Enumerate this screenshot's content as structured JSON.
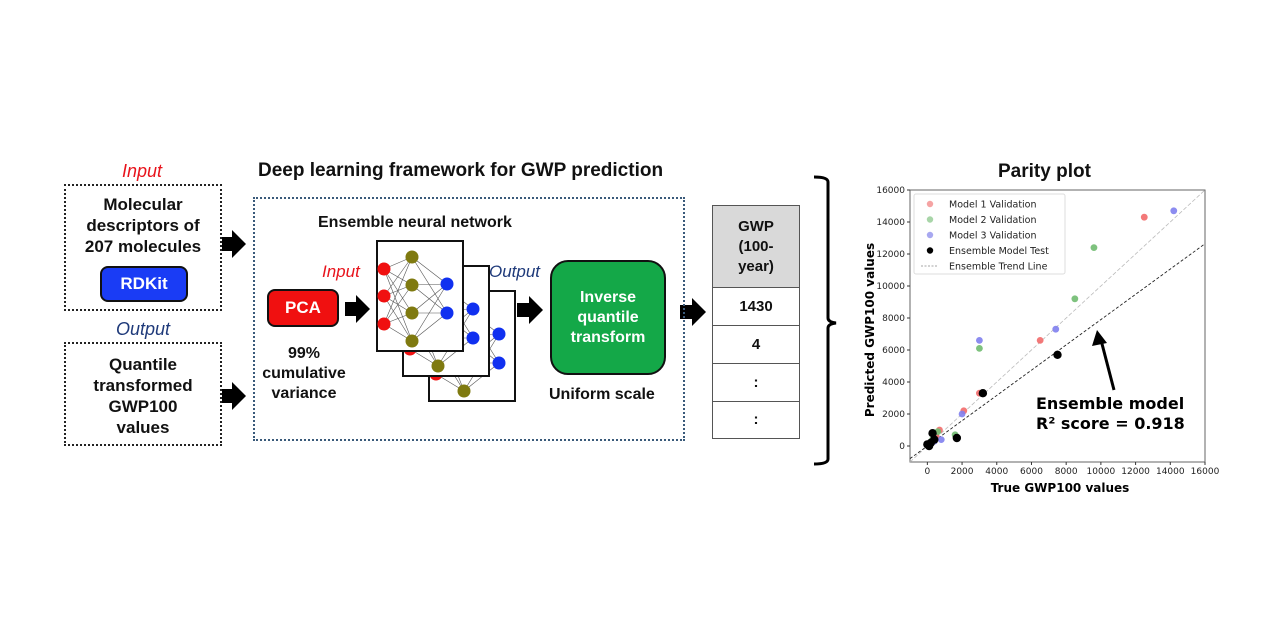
{
  "left": {
    "input_label": "Input",
    "input_box": [
      "Molecular",
      "descriptors of",
      "207 molecules"
    ],
    "rdkit_label": "RDKit",
    "output_label": "Output",
    "output_box": [
      "Quantile",
      "transformed",
      "GWP100",
      "values"
    ]
  },
  "framework": {
    "title": "Deep learning framework for GWP prediction",
    "ensemble_title": "Ensemble neural network",
    "pca_label": "PCA",
    "pca_caption": [
      "99%",
      "cumulative",
      "variance"
    ],
    "nn_input_label": "Input",
    "nn_output_label": "Output",
    "inverse_box": [
      "Inverse",
      "quantile",
      "transform"
    ],
    "inverse_caption": "Uniform scale"
  },
  "gwp_table": {
    "header": [
      "GWP",
      "(100-",
      "year)"
    ],
    "rows": [
      "1430",
      "4",
      ":",
      ":"
    ]
  },
  "colors": {
    "red": "#f01010",
    "blue": "#1030f0",
    "olive": "#7f7a10",
    "green": "#14a848",
    "rdkit_blue": "#1a3cf5",
    "header_gray": "#d9d9d9"
  },
  "chart_data": {
    "type": "scatter",
    "title": "Parity plot",
    "xlabel": "True GWP100 values",
    "ylabel": "Predicted GWP100 values",
    "xlim": [
      -1000,
      16000
    ],
    "ylim": [
      -1000,
      16000
    ],
    "xticks": [
      0,
      2000,
      4000,
      6000,
      8000,
      10000,
      12000,
      14000,
      16000
    ],
    "yticks": [
      0,
      2000,
      4000,
      6000,
      8000,
      10000,
      12000,
      14000,
      16000
    ],
    "legend_position": "top-left",
    "legend": [
      "Model 1 Validation",
      "Model 2 Validation",
      "Model 3 Validation",
      "Ensemble Model Test",
      "Ensemble Trend Line"
    ],
    "series": [
      {
        "name": "Model 1 Validation",
        "color": "#f26a6a",
        "points": [
          [
            12500,
            14300
          ],
          [
            6500,
            6600
          ],
          [
            3000,
            3300
          ],
          [
            2100,
            2200
          ],
          [
            700,
            1000
          ],
          [
            500,
            600
          ]
        ]
      },
      {
        "name": "Model 2 Validation",
        "color": "#70bb70",
        "points": [
          [
            9600,
            12400
          ],
          [
            8500,
            9200
          ],
          [
            3000,
            6100
          ],
          [
            1600,
            700
          ],
          [
            600,
            900
          ],
          [
            300,
            400
          ]
        ]
      },
      {
        "name": "Model 3 Validation",
        "color": "#8080ee",
        "points": [
          [
            14200,
            14700
          ],
          [
            7400,
            7300
          ],
          [
            3000,
            6600
          ],
          [
            2000,
            2000
          ],
          [
            800,
            400
          ],
          [
            400,
            300
          ]
        ]
      },
      {
        "name": "Ensemble Model Test",
        "color": "#000000",
        "points": [
          [
            7500,
            5700
          ],
          [
            3200,
            3300
          ],
          [
            1700,
            500
          ],
          [
            300,
            800
          ],
          [
            200,
            200
          ],
          [
            100,
            0
          ],
          [
            0,
            100
          ],
          [
            400,
            400
          ]
        ]
      }
    ],
    "trend_line": {
      "name": "Ensemble Trend Line",
      "slope": 0.79,
      "intercept": 0
    },
    "parity_line": {
      "slope": 1,
      "intercept": 0
    },
    "annotation": [
      "Ensemble model",
      "R² score = 0.918"
    ]
  }
}
